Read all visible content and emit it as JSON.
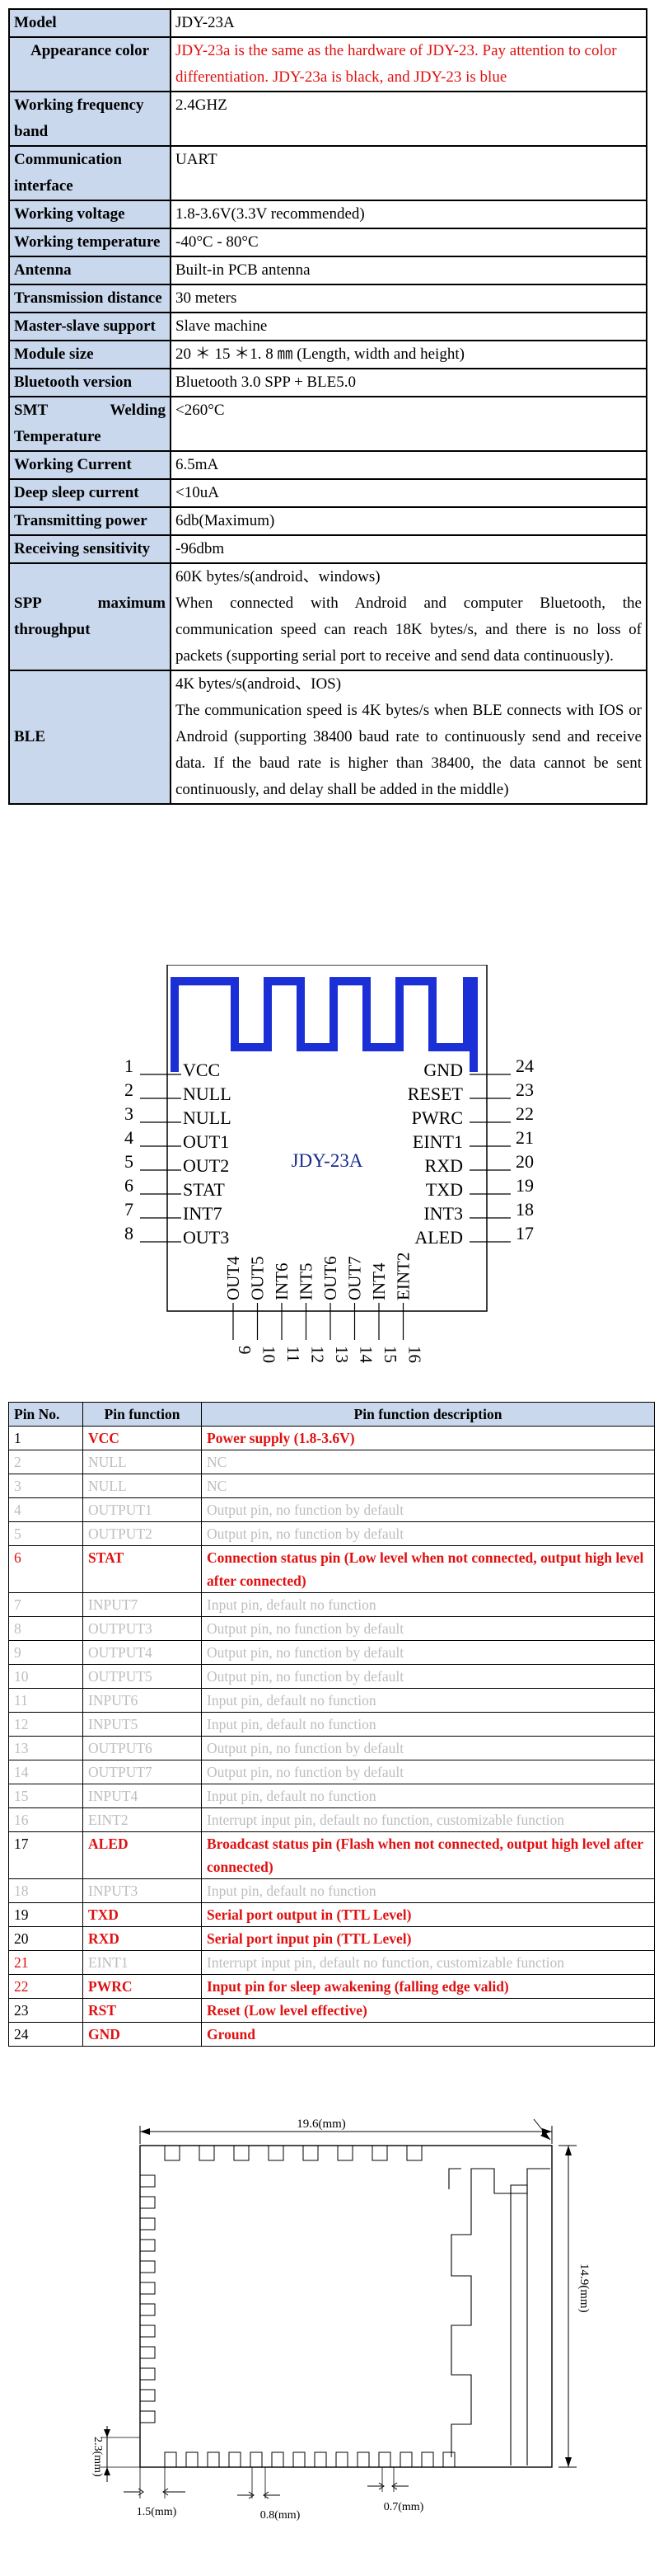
{
  "spec": [
    {
      "k": "Model",
      "v": [
        "JDY-23A"
      ]
    },
    {
      "k": "Appearance color",
      "v": [
        "JDY-23a is the same as the hardware of JDY-23. Pay attention to color differentiation. JDY-23a is black, and JDY-23 is blue"
      ],
      "red": true,
      "kcenter": true
    },
    {
      "k": "Working frequency band",
      "v": [
        "2.4GHZ"
      ]
    },
    {
      "k": "Communication interface",
      "v": [
        "UART"
      ]
    },
    {
      "k": "Working voltage",
      "v": [
        "1.8-3.6V(3.3V recommended)"
      ]
    },
    {
      "k": "Working temperature",
      "v": [
        "-40°C - 80°C"
      ]
    },
    {
      "k": "Antenna",
      "v": [
        "Built-in PCB antenna"
      ]
    },
    {
      "k": "Transmission distance",
      "v": [
        "30 meters"
      ]
    },
    {
      "k": "Master-slave support",
      "v": [
        "Slave machine"
      ]
    },
    {
      "k": "Module size",
      "v": [
        "20 ＊ 15 ＊1. 8 ㎜ (Length, width and height)"
      ]
    },
    {
      "k": "Bluetooth version",
      "v": [
        "Bluetooth 3.0 SPP + BLE5.0"
      ]
    },
    {
      "k": "SMT Welding Temperature",
      "v": [
        "<260°C"
      ],
      "kjust": true
    },
    {
      "k": "Working Current",
      "v": [
        "6.5mA"
      ]
    },
    {
      "k": "Deep sleep current",
      "v": [
        "<10uA"
      ]
    },
    {
      "k": "Transmitting power",
      "v": [
        "6db(Maximum)"
      ]
    },
    {
      "k": "Receiving sensitivity",
      "v": [
        "-96dbm"
      ]
    },
    {
      "k": "SPP maximum throughput",
      "v": [
        "60K bytes/s(android、windows)",
        "When connected with Android and computer Bluetooth, the communication speed can reach 18K bytes/s, and there is no loss of packets (supporting serial port to receive and send data continuously)."
      ],
      "kjust": true,
      "kmid": true
    },
    {
      "k": "BLE",
      "v": [
        "4K bytes/s(android、IOS)",
        "The communication speed is 4K bytes/s when BLE connects with IOS or Android (supporting 38400 baud rate to continuously send and receive data. If the baud rate is higher than 38400, the data cannot be sent continuously, and delay shall be added in the middle)"
      ],
      "kmid": true
    }
  ],
  "pinout": {
    "chip_label": "JDY-23A",
    "left_pins": [
      {
        "n": "1",
        "name": "VCC"
      },
      {
        "n": "2",
        "name": "NULL"
      },
      {
        "n": "3",
        "name": "NULL"
      },
      {
        "n": "4",
        "name": "OUT1"
      },
      {
        "n": "5",
        "name": "OUT2"
      },
      {
        "n": "6",
        "name": "STAT"
      },
      {
        "n": "7",
        "name": "INT7"
      },
      {
        "n": "8",
        "name": "OUT3"
      }
    ],
    "right_pins": [
      {
        "n": "24",
        "name": "GND"
      },
      {
        "n": "23",
        "name": "RESET"
      },
      {
        "n": "22",
        "name": "PWRC"
      },
      {
        "n": "21",
        "name": "EINT1"
      },
      {
        "n": "20",
        "name": "RXD"
      },
      {
        "n": "19",
        "name": "TXD"
      },
      {
        "n": "18",
        "name": "INT3"
      },
      {
        "n": "17",
        "name": "ALED"
      }
    ],
    "bottom_pins": [
      {
        "n": "9",
        "name": "OUT4"
      },
      {
        "n": "10",
        "name": "OUT5"
      },
      {
        "n": "11",
        "name": "INT6"
      },
      {
        "n": "12",
        "name": "INT5"
      },
      {
        "n": "13",
        "name": "OUT6"
      },
      {
        "n": "14",
        "name": "OUT7"
      },
      {
        "n": "15",
        "name": "INT4"
      },
      {
        "n": "16",
        "name": "EINT2"
      }
    ],
    "antenna_color": "#1a2fd6",
    "label_color": "#1a2a8c"
  },
  "pin_table": {
    "headers": [
      "Pin No.",
      "Pin function",
      "Pin function description"
    ],
    "rows": [
      {
        "no": "1",
        "fn": "VCC",
        "desc": "Power supply (1.8-3.6V)",
        "state": "active"
      },
      {
        "no": "2",
        "fn": "NULL",
        "desc": "NC",
        "state": "grey"
      },
      {
        "no": "3",
        "fn": "NULL",
        "desc": "NC",
        "state": "grey"
      },
      {
        "no": "4",
        "fn": "OUTPUT1",
        "desc": "Output pin, no function by default",
        "state": "grey"
      },
      {
        "no": "5",
        "fn": "OUTPUT2",
        "desc": "Output pin, no function by default",
        "state": "grey"
      },
      {
        "no": "6",
        "fn": "STAT",
        "desc": "Connection status pin (Low level when not connected, output high level after connected)",
        "state": "active",
        "redno": true
      },
      {
        "no": "7",
        "fn": "INPUT7",
        "desc": "Input pin, default no function",
        "state": "grey"
      },
      {
        "no": "8",
        "fn": "OUTPUT3",
        "desc": "Output pin, no function by default",
        "state": "grey"
      },
      {
        "no": "9",
        "fn": "OUTPUT4",
        "desc": "Output pin, no function by default",
        "state": "grey"
      },
      {
        "no": "10",
        "fn": "OUTPUT5",
        "desc": "Output pin, no function by default",
        "state": "grey"
      },
      {
        "no": "11",
        "fn": "INPUT6",
        "desc": "Input pin, default no function",
        "state": "grey"
      },
      {
        "no": "12",
        "fn": "INPUT5",
        "desc": "Input pin, default no function",
        "state": "grey"
      },
      {
        "no": "13",
        "fn": "OUTPUT6",
        "desc": "Output pin, no function by default",
        "state": "grey"
      },
      {
        "no": "14",
        "fn": "OUTPUT7",
        "desc": "Output pin, no function by default",
        "state": "grey"
      },
      {
        "no": "15",
        "fn": "INPUT4",
        "desc": "Input pin, default no function",
        "state": "grey"
      },
      {
        "no": "16",
        "fn": "EINT2",
        "desc": "Interrupt input pin, default no function, customizable function",
        "state": "grey"
      },
      {
        "no": "17",
        "fn": "ALED",
        "desc": "Broadcast status pin (Flash when not connected, output high level after connected)",
        "state": "active"
      },
      {
        "no": "18",
        "fn": "INPUT3",
        "desc": "Input pin, default no function",
        "state": "grey"
      },
      {
        "no": "19",
        "fn": "TXD",
        "desc": "Serial port output in (TTL Level)",
        "state": "active"
      },
      {
        "no": "20",
        "fn": "RXD",
        "desc": "Serial port input pin (TTL Level)",
        "state": "active"
      },
      {
        "no": "21",
        "fn": "EINT1",
        "desc": "Interrupt input pin, default no function, customizable function",
        "state": "grey",
        "redno": true
      },
      {
        "no": "22",
        "fn": "PWRC",
        "desc": "Input pin for sleep awakening (falling edge valid)",
        "state": "active",
        "redno": true
      },
      {
        "no": "23",
        "fn": "RST",
        "desc": "Reset (Low level effective)",
        "state": "active"
      },
      {
        "no": "24",
        "fn": "GND",
        "desc": "Ground",
        "state": "active"
      }
    ],
    "header_bg": "#c9d8ed",
    "red": "#e01010",
    "grey": "#bdbdbd"
  },
  "dims": {
    "width_label": "19.6(mm)",
    "height_label": "14.9(mm)",
    "corner_label": "2.3(mm)",
    "pad_edge_label": "1.5(mm)",
    "pad_pitch_label": "0.8(mm)",
    "pad_width_label": "0.7(mm)"
  }
}
